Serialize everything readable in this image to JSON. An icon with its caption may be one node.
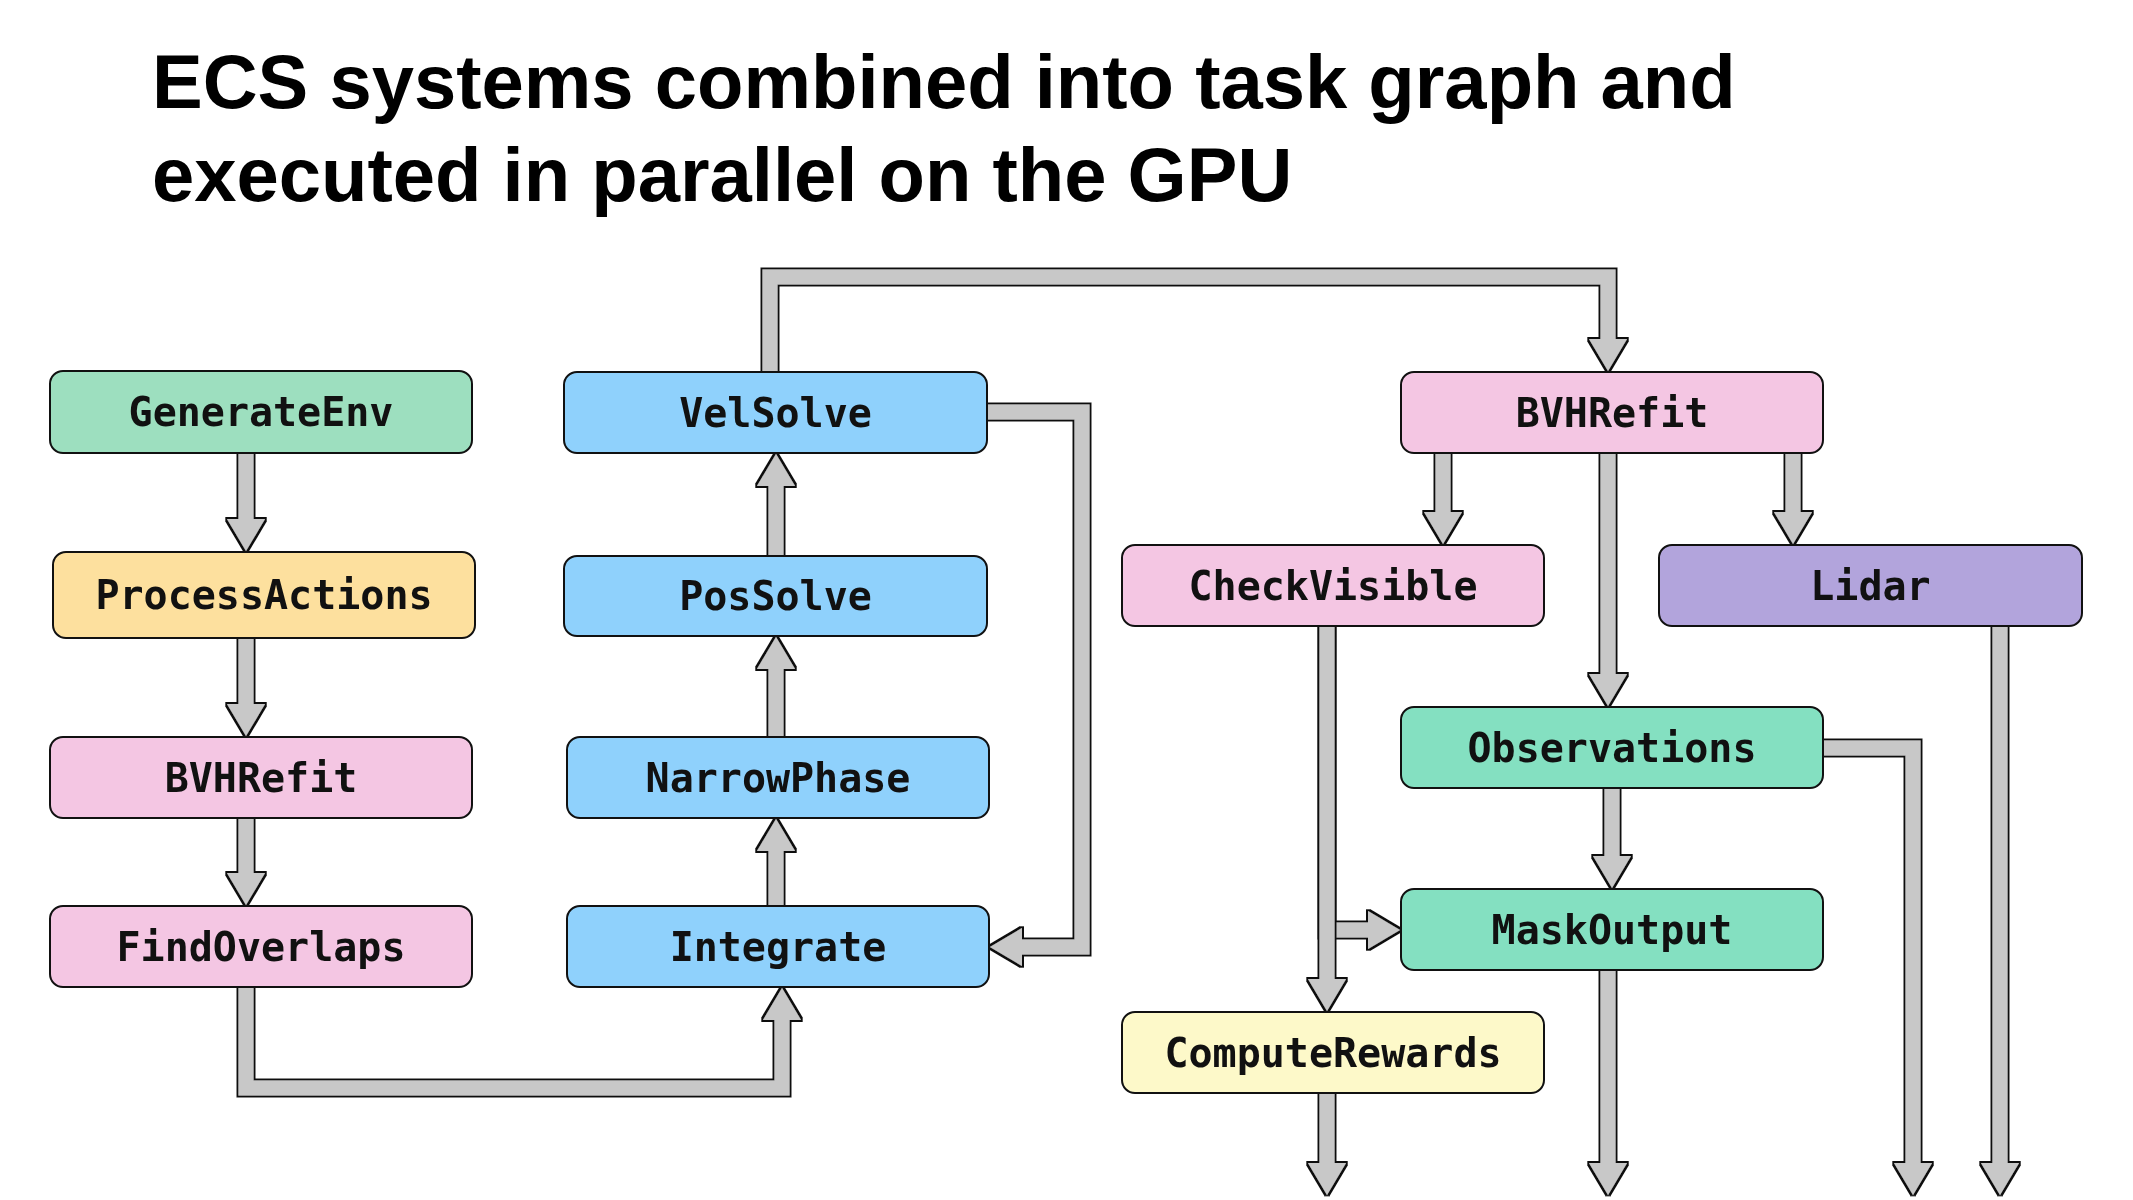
{
  "diagram": {
    "title": "ECS systems combined into task graph and executed in parallel on the GPU",
    "nodes": [
      {
        "text": [
          "GenerateEnv"
        ]
      },
      {
        "text": [
          "ProcessActions"
        ]
      },
      {
        "text": [
          "BVHRefit"
        ]
      },
      {
        "text": [
          "FindOverlaps"
        ]
      },
      {
        "text": [
          "VelSolve"
        ]
      },
      {
        "text": [
          "PosSolve"
        ]
      },
      {
        "text": [
          "NarrowPhase"
        ]
      },
      {
        "text": [
          "Integrate"
        ]
      },
      {
        "text": [
          "BVHRefit"
        ]
      },
      {
        "text": [
          "CheckVisible"
        ]
      },
      {
        "text": [
          "Lidar"
        ]
      },
      {
        "text": [
          "Observations"
        ]
      },
      {
        "text": [
          "MaskOutput"
        ]
      },
      {
        "text": [
          "ComputeRewards"
        ]
      }
    ],
    "edges": [
      {
        "from": 0,
        "to": 1,
        "arrow": "to"
      },
      {
        "from": 1,
        "to": 2,
        "arrow": "to"
      },
      {
        "from": 2,
        "to": 3,
        "arrow": "to"
      },
      {
        "from": 3,
        "to": 7,
        "arrow": "to"
      },
      {
        "from": 7,
        "to": 6,
        "arrow": "to"
      },
      {
        "from": 6,
        "to": 5,
        "arrow": "to"
      },
      {
        "from": 5,
        "to": 4,
        "arrow": "to"
      },
      {
        "from": 4,
        "to": 8,
        "arrow": "to"
      },
      {
        "from": 4,
        "to": 7,
        "arrow": "to"
      },
      {
        "from": 8,
        "to": 9,
        "arrow": "to"
      },
      {
        "from": 8,
        "to": 11,
        "arrow": "to"
      },
      {
        "from": 8,
        "to": 10,
        "arrow": "to"
      },
      {
        "from": 9,
        "to": 12,
        "arrow": "to"
      },
      {
        "from": 9,
        "to": 13,
        "arrow": "to"
      },
      {
        "from": 11,
        "to": 12,
        "arrow": "to"
      },
      {
        "from": 11,
        "to": null,
        "arrow": "to"
      },
      {
        "from": 12,
        "to": null,
        "arrow": "to"
      },
      {
        "from": 13,
        "to": null,
        "arrow": "to"
      },
      {
        "from": 10,
        "to": null,
        "arrow": "to"
      }
    ]
  }
}
